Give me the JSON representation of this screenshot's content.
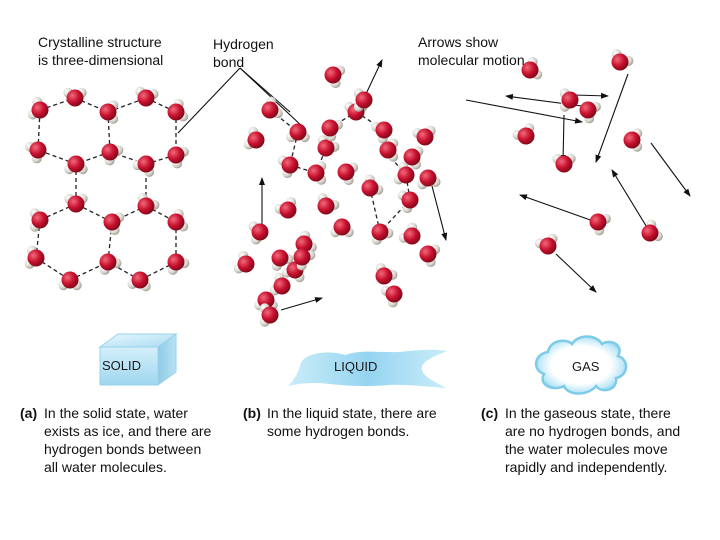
{
  "annotations": {
    "crystal_line1": "Crystalline structure",
    "crystal_line2": "is three-dimensional",
    "hbond_line1": "Hydrogen",
    "hbond_line2": "bond",
    "arrows_line1": "Arrows show",
    "arrows_line2": "molecular motion"
  },
  "states": [
    {
      "badge": "SOLID",
      "tag": "(a)",
      "caption_lines": [
        "In the solid state, water",
        "exists as ice, and there are",
        "hydrogen bonds between",
        "all water molecules."
      ]
    },
    {
      "badge": "LIQUID",
      "tag": "(b)",
      "caption_lines": [
        "In the liquid state, there are",
        "some hydrogen bonds."
      ]
    },
    {
      "badge": "GAS",
      "tag": "(c)",
      "caption_lines": [
        "In the gaseous state, there",
        "are no hydrogen bonds, and",
        "the water molecules move",
        "rapidly and independently."
      ]
    }
  ],
  "colors": {
    "oxygen": "#c8102e",
    "hydrogen": "#d9d6cf",
    "ice": "#bfe6f7",
    "liquid": "#9fd9f2",
    "gas_glow": "#8fd3ee"
  }
}
